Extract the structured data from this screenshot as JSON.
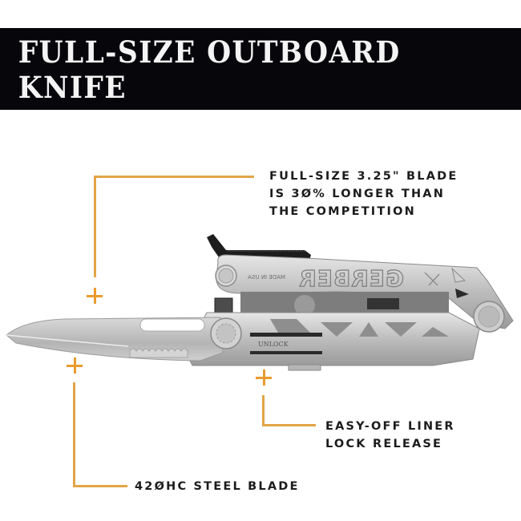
{
  "banner": {
    "title": "FULL-SIZE OUTBOARD KNIFE",
    "background_color": "#06060b",
    "text_color": "#f4f4f4"
  },
  "accent_color": "#e3a548",
  "callouts": [
    {
      "id": "blade-length",
      "lines": [
        "FULL-SIZE 3.25\" BLADE",
        "IS 3Ø% LONGER THAN",
        "THE COMPETITION"
      ]
    },
    {
      "id": "liner-lock",
      "lines": [
        "EASY-OFF LINER",
        "LOCK RELEASE"
      ]
    },
    {
      "id": "steel-blade",
      "lines": [
        "42ØHC STEEL BLADE"
      ]
    }
  ],
  "product": {
    "brand_engraving": "GERBER",
    "handle_engraving_small": "MADE IN USA",
    "unlock_label": "UNLOCK",
    "illustration": "multitool-with-outboard-knife-icon"
  }
}
